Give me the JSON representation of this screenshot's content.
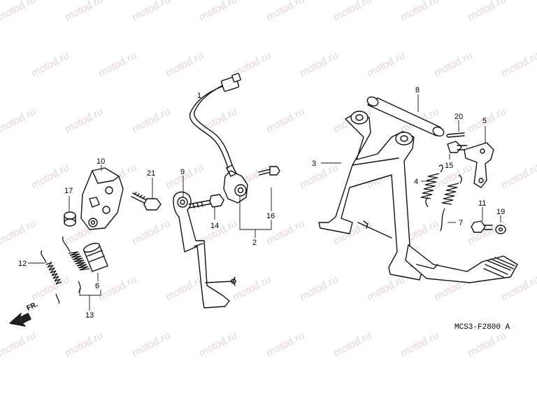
{
  "diagram": {
    "watermark": "motod.ru",
    "drawing_code": "MCS3-F2800 A",
    "direction_label": "FR.",
    "callouts": [
      "1",
      "2",
      "3",
      "4",
      "5",
      "6",
      "7",
      "8",
      "9",
      "10",
      "11",
      "12",
      "13",
      "14",
      "15",
      "16",
      "17",
      "19",
      "20",
      "21"
    ],
    "colors": {
      "line": "#111111",
      "watermark": "#ead2d6",
      "background": "#ffffff"
    }
  }
}
